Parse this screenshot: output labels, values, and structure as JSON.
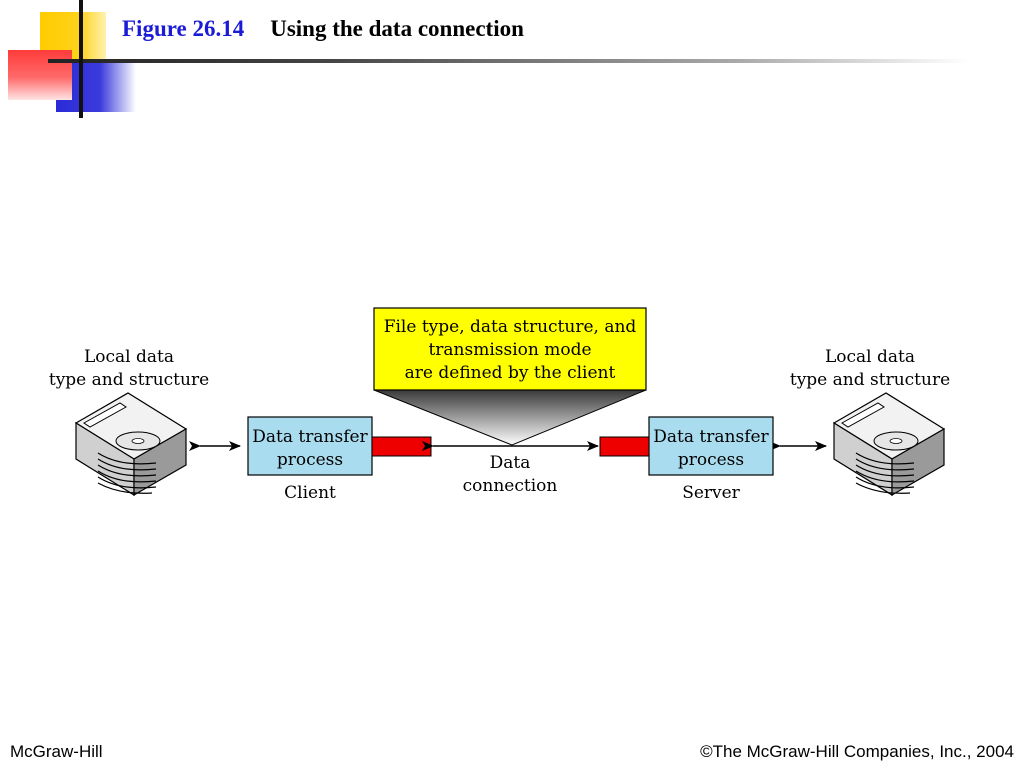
{
  "title": {
    "figure_number": "Figure 26.14",
    "figure_title": "Using the data connection"
  },
  "diagram": {
    "callout": {
      "line1": "File type, data structure, and",
      "line2": "transmission mode",
      "line3": "are defined by the client"
    },
    "left_storage": {
      "line1": "Local data",
      "line2": "type and structure"
    },
    "right_storage": {
      "line1": "Local data",
      "line2": "type and structure"
    },
    "client_process": {
      "line1": "Data transfer",
      "line2": "process",
      "caption": "Client"
    },
    "server_process": {
      "line1": "Data transfer",
      "line2": "process",
      "caption": "Server"
    },
    "connection": {
      "line1": "Data",
      "line2": "connection"
    },
    "colors": {
      "callout_fill": "#ffff00",
      "process_fill": "#a9dcef",
      "port_fill": "#ee0000"
    }
  },
  "footer": {
    "left": "McGraw-Hill",
    "right": "©The McGraw-Hill Companies, Inc., 2004"
  }
}
